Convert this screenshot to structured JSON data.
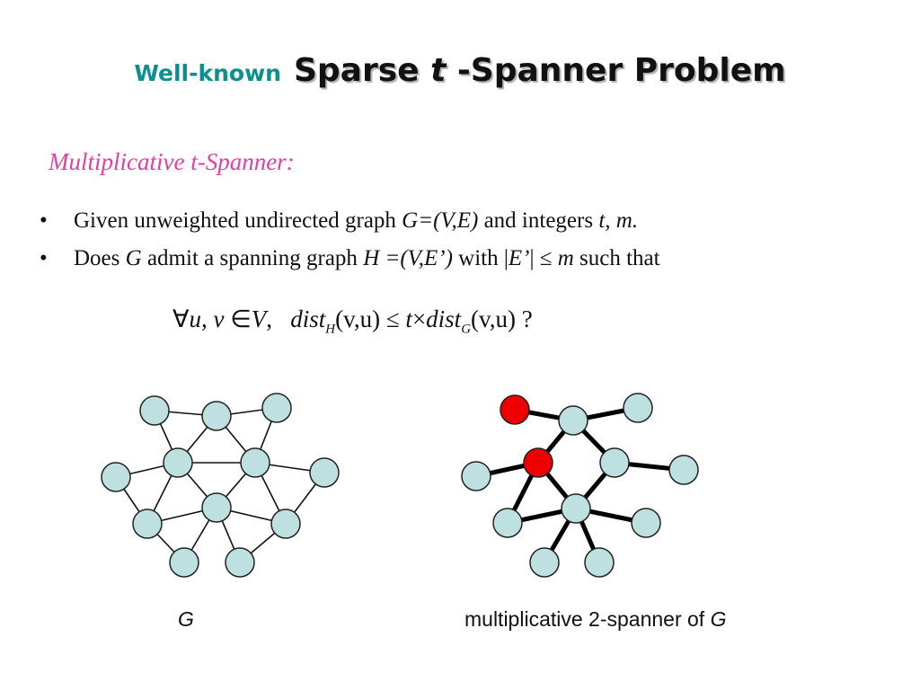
{
  "title": {
    "prefix": "Well-known",
    "main_pre": "Sparse ",
    "main_t": "t",
    "main_post": " -Spanner Problem"
  },
  "subtitle": "Multiplicative t-Spanner:",
  "bullets": [
    {
      "bullet": "•",
      "p1": "Given unweighted undirected graph ",
      "g": "G=(V,E)",
      "p2": " and integers ",
      "tm": "t, m."
    },
    {
      "bullet": "•",
      "p1": "Does ",
      "g": "G",
      "p2": " admit a spanning graph ",
      "h": "H =(V,E’)",
      "p3": " with |",
      "e": "E’",
      "p4": "| ≤ ",
      "m": "m",
      "p5": " such that"
    }
  ],
  "formula": {
    "forall": "∀",
    "vars": "u, v",
    "in": "∈",
    "set": "V",
    "sep": ",",
    "dist1": "dist",
    "sub1": "H",
    "args1": "(v,u)",
    "le": "≤",
    "t": "t",
    "times": "×",
    "dist2": "dist",
    "sub2": "G",
    "args2": "(v,u)",
    "q": "?"
  },
  "captions": {
    "left": "G",
    "right_text": "multiplicative 2-spanner of ",
    "right_g": "G"
  },
  "colors": {
    "node": "#bfe0e0",
    "highlight": "#ee0000",
    "title_prefix": "#0e8f8f",
    "subtitle": "#e43f9e"
  }
}
